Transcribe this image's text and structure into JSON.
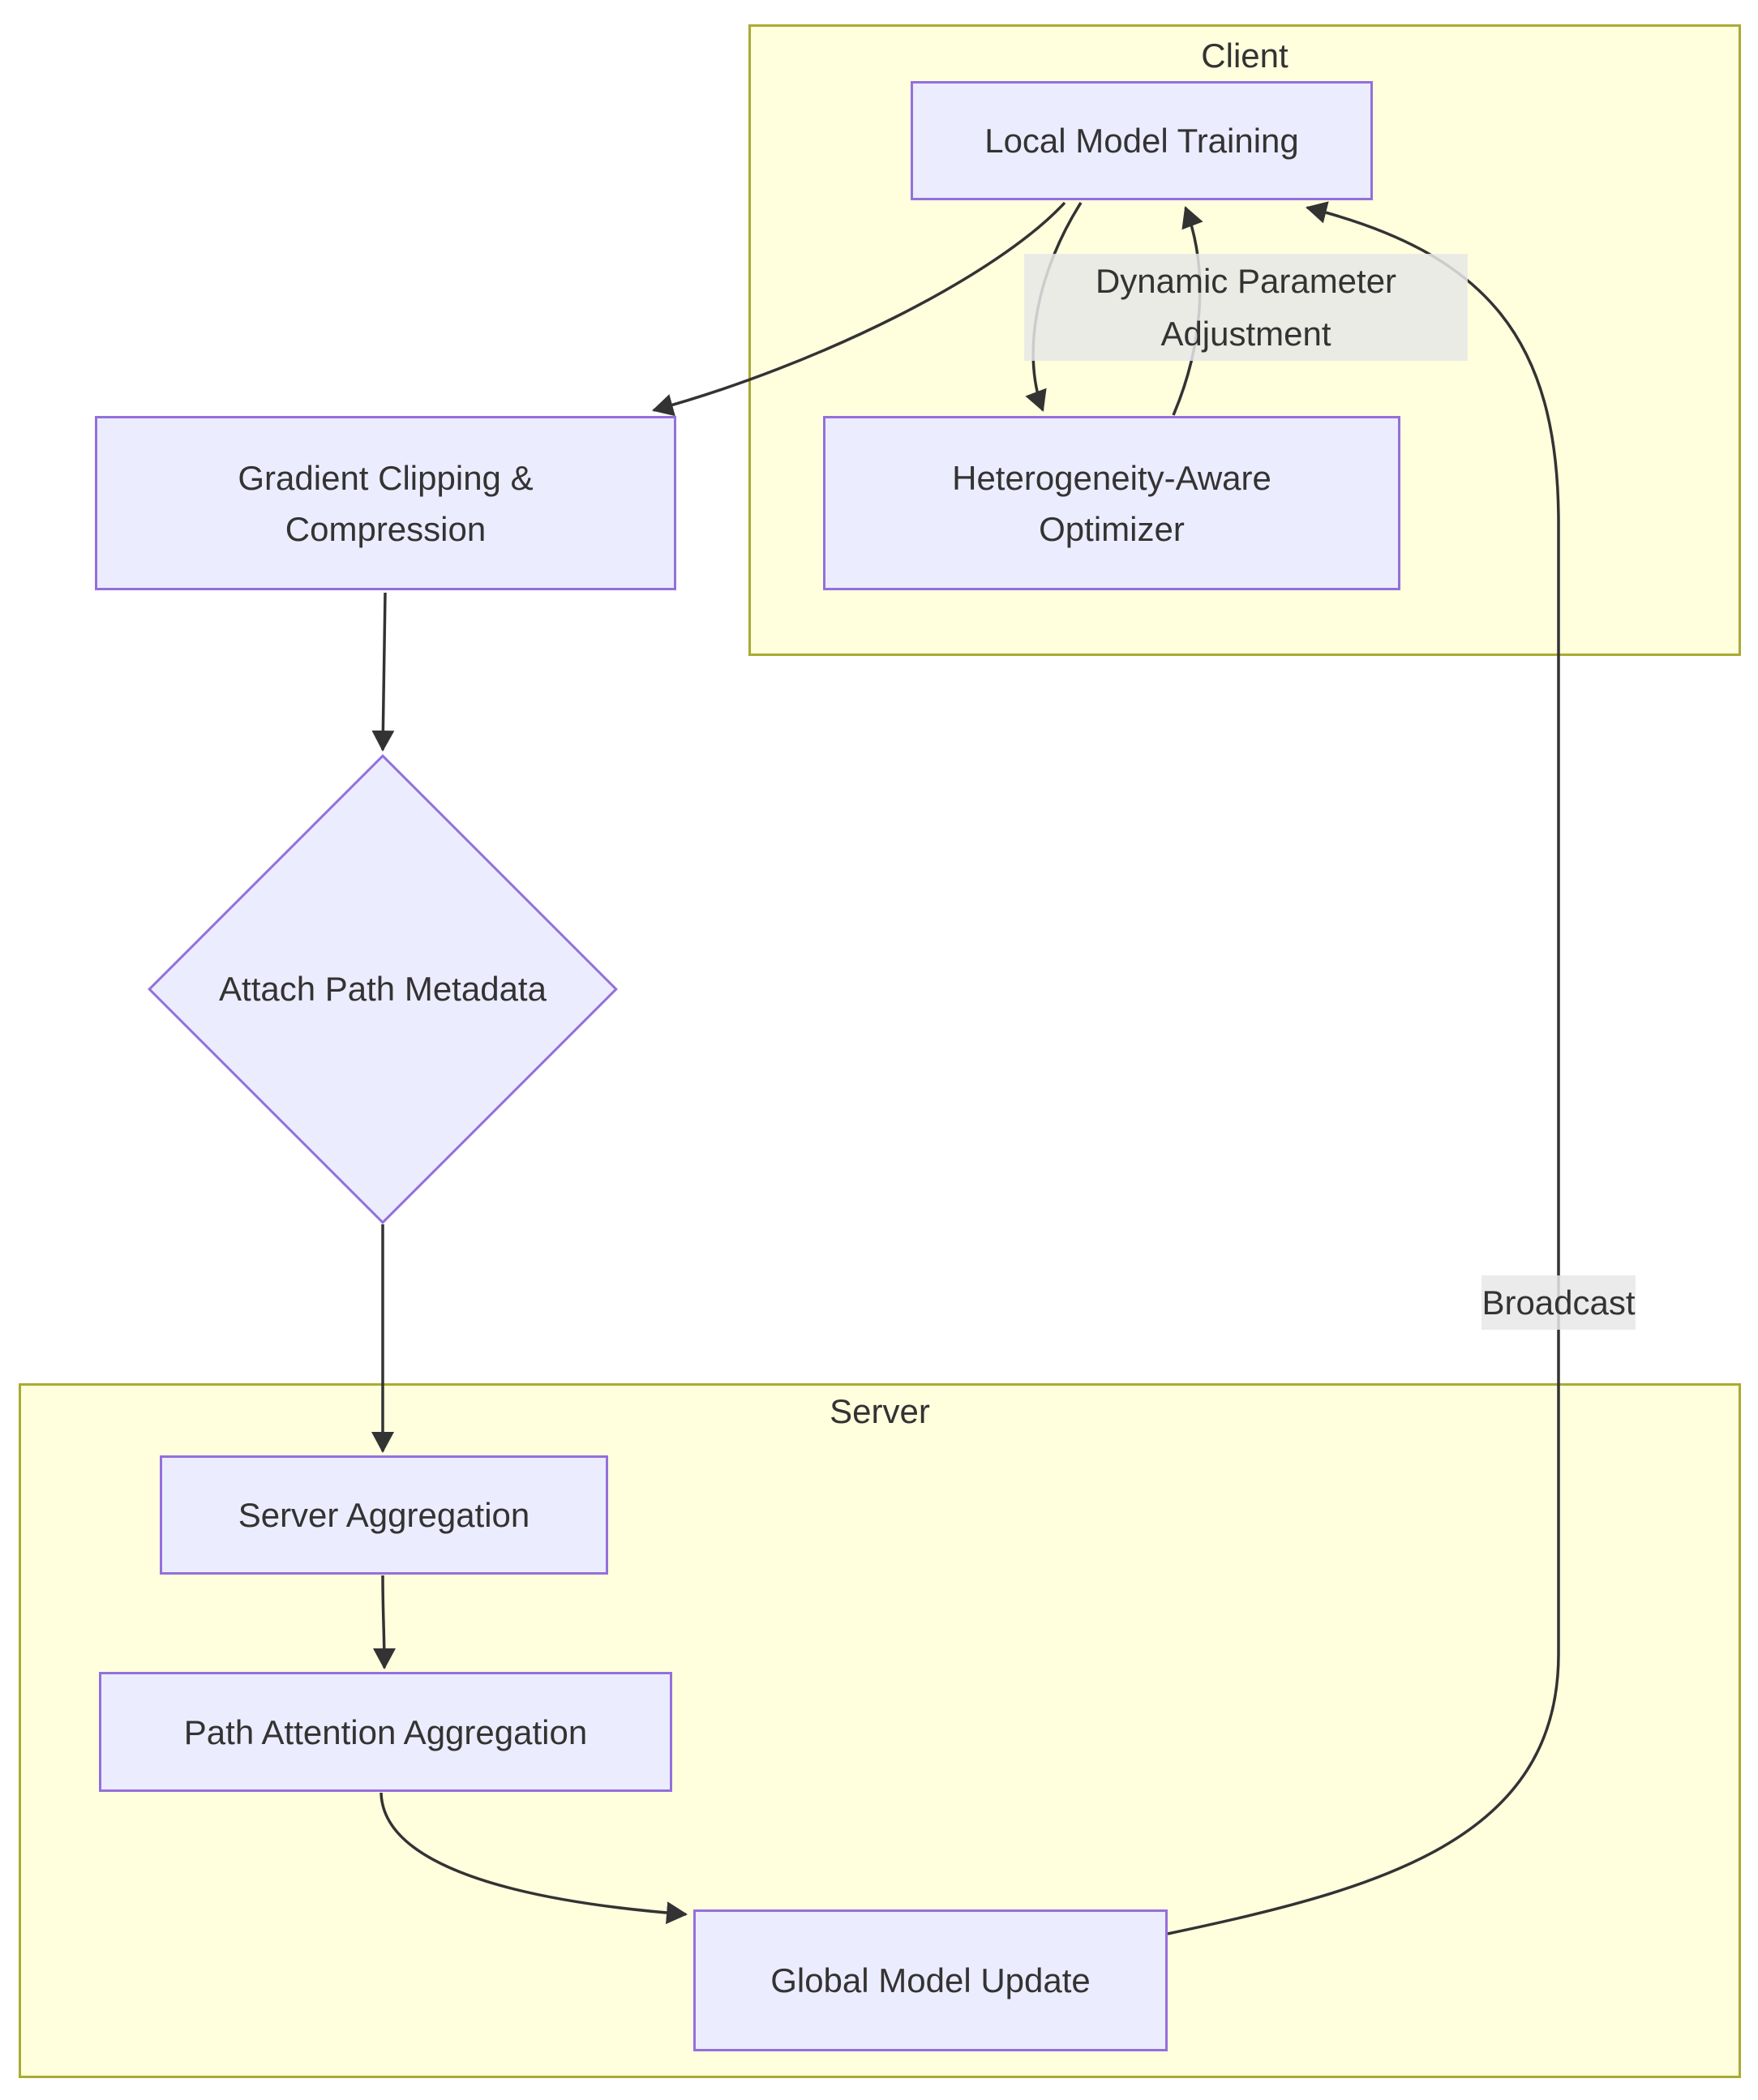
{
  "diagram": {
    "clusters": {
      "client": {
        "label": "Client"
      },
      "server": {
        "label": "Server"
      }
    },
    "nodes": {
      "local_model_training": {
        "label": "Local Model Training"
      },
      "heterogeneity_aware_optimizer": {
        "label": "Heterogeneity-Aware Optimizer"
      },
      "gradient_clipping_compression": {
        "label": "Gradient Clipping & Compression"
      },
      "attach_path_metadata": {
        "label": "Attach Path Metadata"
      },
      "server_aggregation": {
        "label": "Server Aggregation"
      },
      "path_attention_aggregation": {
        "label": "Path Attention Aggregation"
      },
      "global_model_update": {
        "label": "Global Model Update"
      }
    },
    "edge_labels": {
      "dynamic_parameter_adjustment": {
        "label": "Dynamic Parameter Adjustment"
      },
      "broadcast": {
        "label": "Broadcast"
      }
    },
    "colors": {
      "node_fill": "#ECECFF",
      "node_border": "#9370DB",
      "cluster_fill": "#FFFFDE",
      "cluster_border": "#AAAA33",
      "edge": "#333333",
      "edge_label_bg": "#E8E8E8",
      "text": "#333333"
    }
  }
}
